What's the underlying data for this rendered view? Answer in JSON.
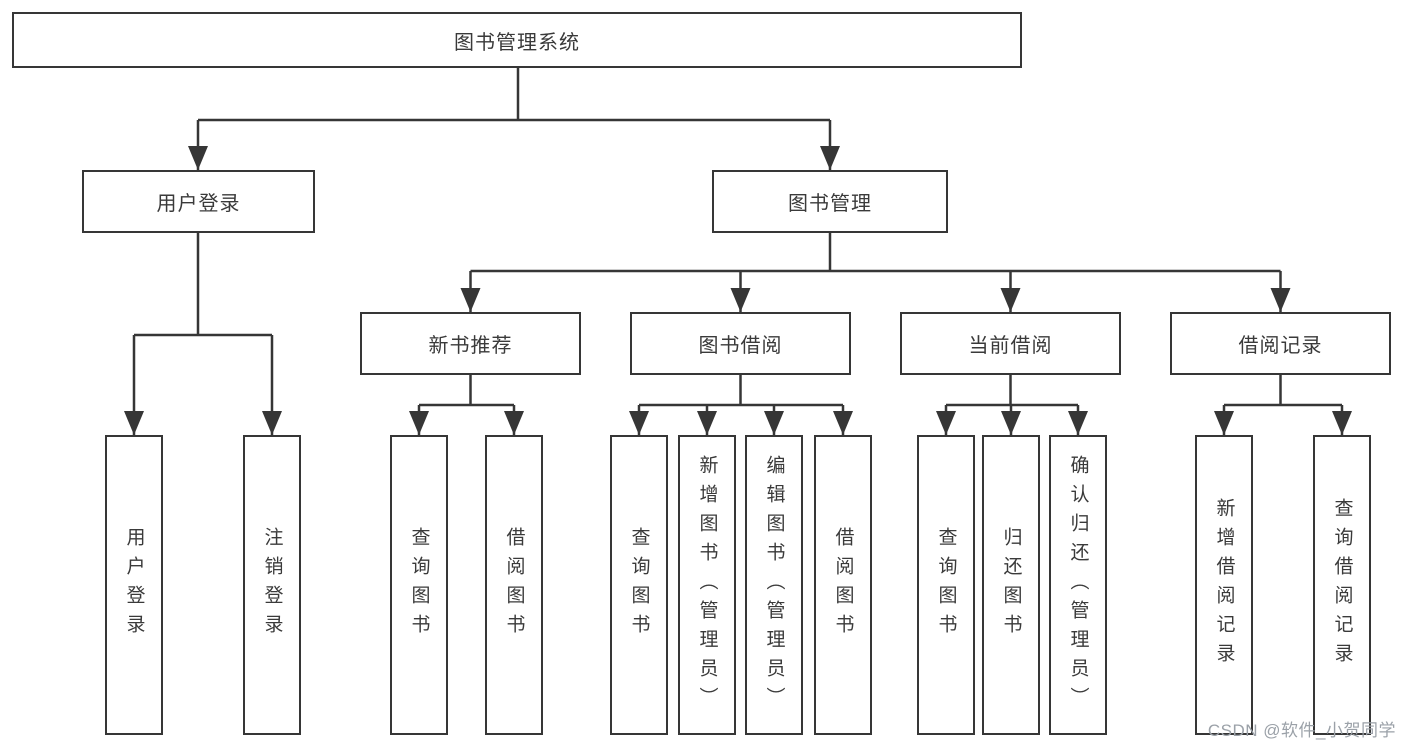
{
  "diagram": {
    "root": "图书管理系统",
    "level2": [
      "用户登录",
      "图书管理"
    ],
    "level3": [
      "新书推荐",
      "图书借阅",
      "当前借阅",
      "借阅记录"
    ],
    "leaves": {
      "login": [
        "用户登录",
        "注销登录"
      ],
      "recommend": [
        "查询图书",
        "借阅图书"
      ],
      "borrow": [
        "查询图书",
        "新增图书（管理员）",
        "编辑图书（管理员）",
        "借阅图书"
      ],
      "current": [
        "查询图书",
        "归还图书",
        "确认归还（管理员）"
      ],
      "records": [
        "新增借阅记录",
        "查询借阅记录"
      ]
    }
  },
  "watermark": "CSDN @软件_小贺同学",
  "colors": {
    "line": "#363636",
    "text": "#3a3a3a",
    "background": "#ffffff",
    "watermark": "#9ba1a8"
  }
}
